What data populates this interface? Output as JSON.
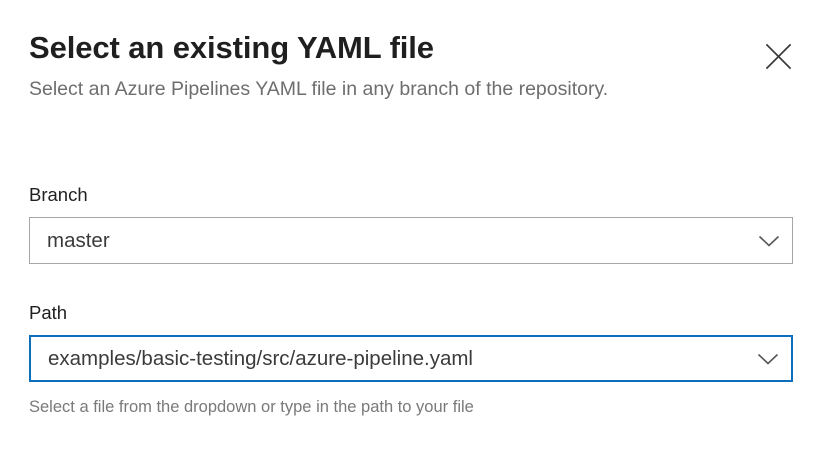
{
  "dialog": {
    "title": "Select an existing YAML file",
    "subtitle": "Select an Azure Pipelines YAML file in any branch of the repository.",
    "close_label": "Close",
    "close_icon": "close-icon"
  },
  "form": {
    "branch": {
      "label": "Branch",
      "value": "master",
      "chevron_icon": "chevron-down-icon",
      "state": "normal"
    },
    "path": {
      "label": "Path",
      "value": "examples/basic-testing/src/azure-pipeline.yaml",
      "chevron_icon": "chevron-down-icon",
      "state": "focused",
      "helper_text": "Select a file from the dropdown or type in the path to your file"
    }
  },
  "colors": {
    "background": "#ffffff",
    "title_text": "#1f1f1f",
    "subtitle_text": "#6e6e6e",
    "label_text": "#1f1f1f",
    "value_text": "#3b3b3b",
    "helper_text": "#797979",
    "border_default": "#a6a6a6",
    "border_focus": "#0b6fbc",
    "chevron": "#5a5a5a",
    "close_icon": "#3a3a3a"
  }
}
